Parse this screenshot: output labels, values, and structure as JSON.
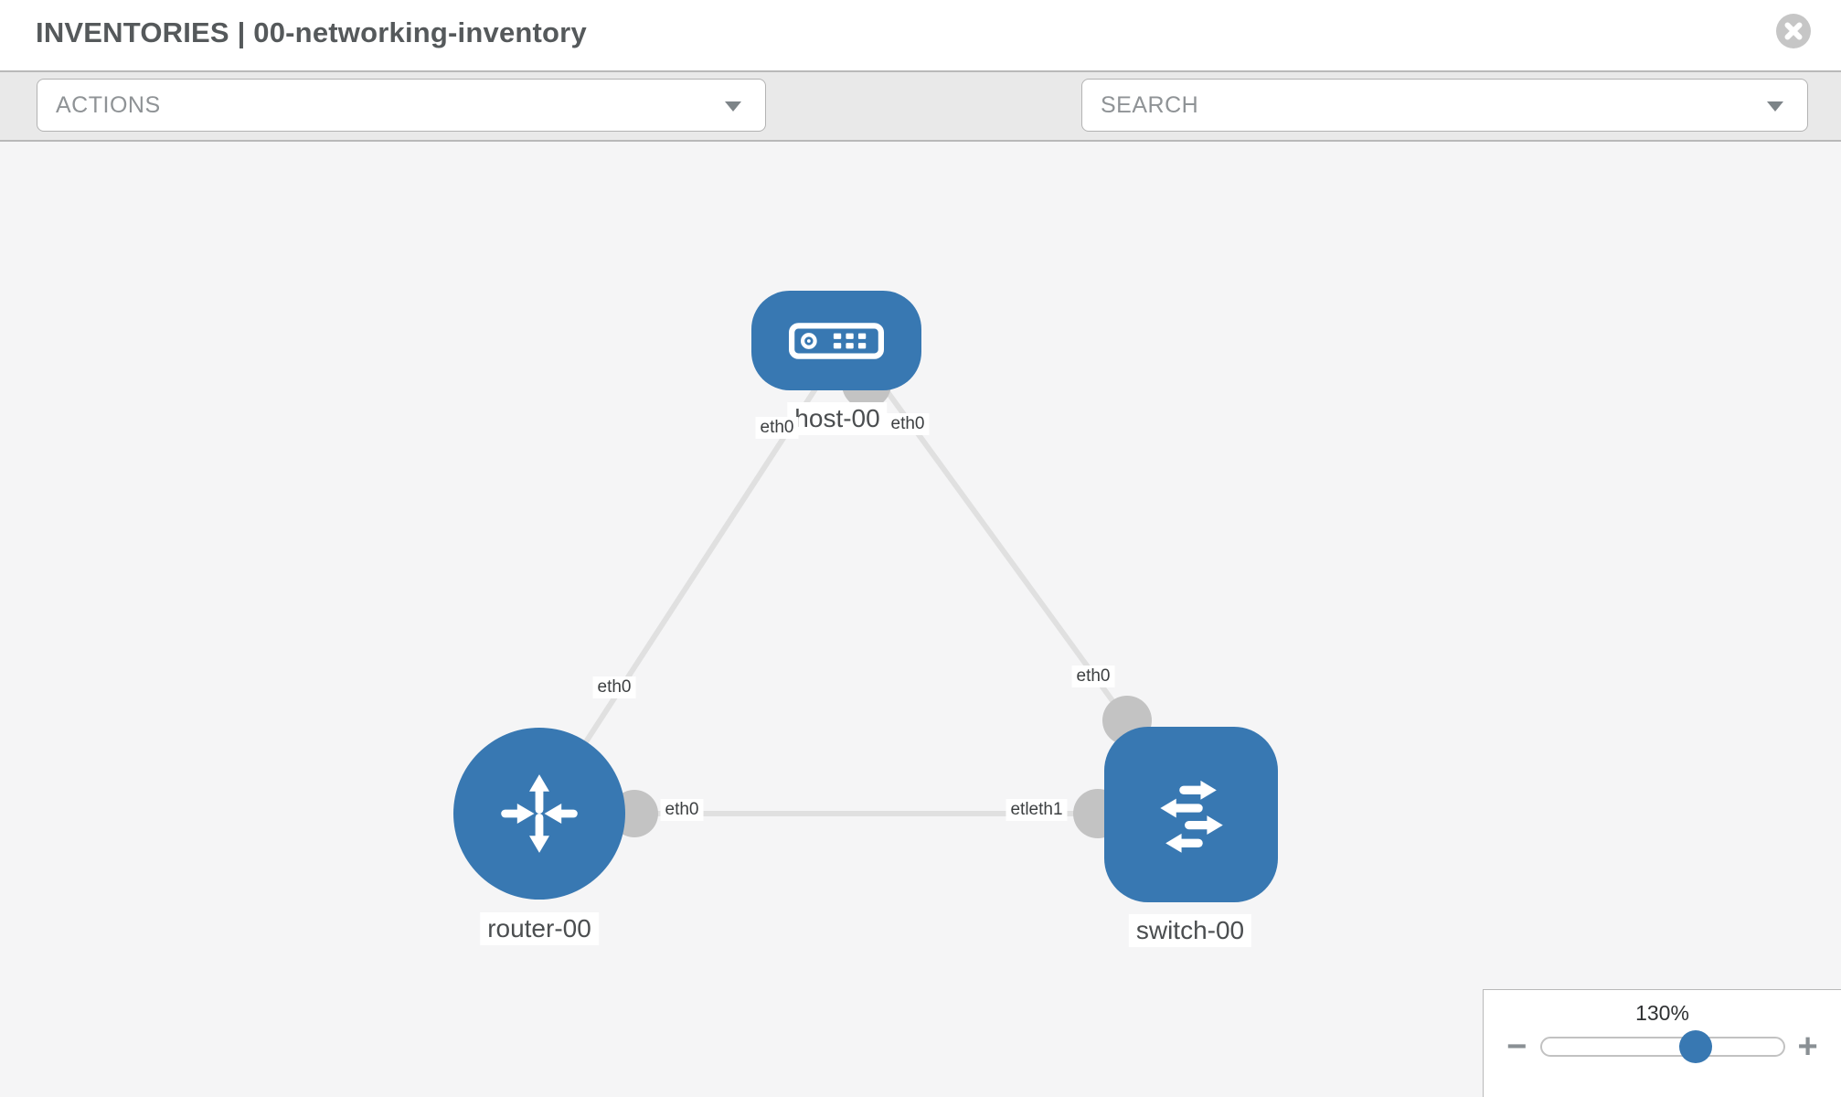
{
  "header": {
    "title": "INVENTORIES | 00-networking-inventory",
    "close_icon": "circle-x-close"
  },
  "toolbar": {
    "actions_label": "ACTIONS",
    "search_placeholder": "SEARCH",
    "icons": [
      "wrench-icon",
      "key-icon"
    ]
  },
  "topology": {
    "nodes": [
      {
        "label": "host-00",
        "type": "host",
        "icon": "server-icon"
      },
      {
        "label": "router-00",
        "type": "router",
        "icon": "router-arrows-icon"
      },
      {
        "label": "switch-00",
        "type": "switch",
        "icon": "switch-arrows-icon"
      }
    ],
    "links": [
      {
        "from": "host-00",
        "to": "router-00",
        "from_label": "eth0",
        "to_label": "eth0"
      },
      {
        "from": "host-00",
        "to": "switch-00",
        "from_label": "eth0",
        "to_label": "eth0"
      },
      {
        "from": "router-00",
        "to": "switch-00",
        "from_label": "eth0",
        "to_label": "etleth1"
      }
    ]
  },
  "zoom_control": {
    "percent": "130%",
    "value": 66,
    "minus_label": "−",
    "plus_label": "+"
  },
  "colors": {
    "node_blue": "#3878b2",
    "interface_dot_gray": "#c3c3c3",
    "link_gray": "#e0e0e0",
    "toolbar_gray": "#e9e9e9",
    "canvas_gray": "#f5f5f6",
    "title_gray": "#55595b"
  }
}
